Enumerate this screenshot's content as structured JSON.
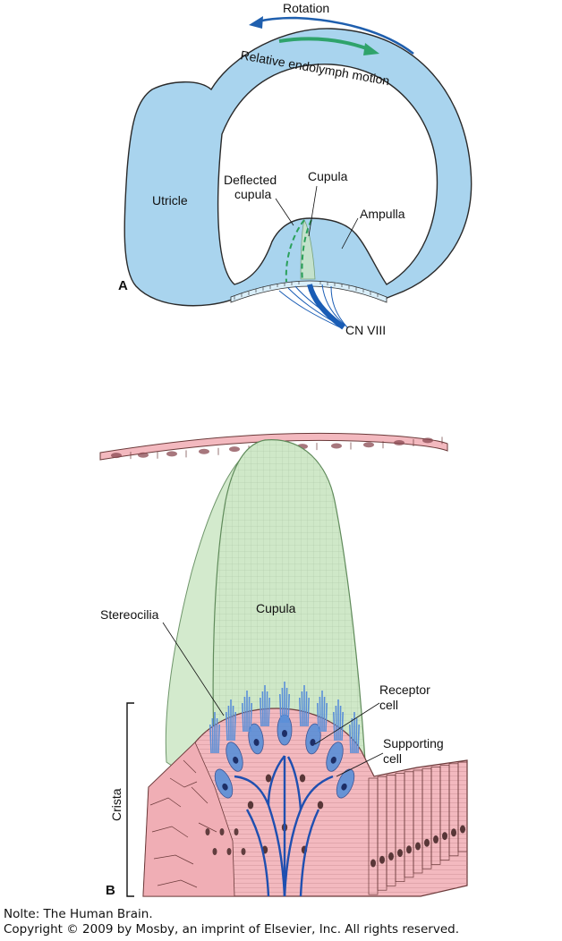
{
  "panel_a": {
    "panel_letter": "A",
    "labels": {
      "rotation": "Rotation",
      "relative_motion": "Relative endolymph motion",
      "utricle": "Utricle",
      "deflected_1": "Deflected",
      "deflected_2": "cupula",
      "cupula": "Cupula",
      "ampulla": "Ampulla",
      "nerve": "CN VIII"
    },
    "colors": {
      "canal_fill": "#a9d4ee",
      "outline": "#2a2a2a",
      "rotation_arrow": "#1f5fae",
      "endolymph_arrow": "#2fa36b",
      "nerve": "#1a5db5",
      "cupula_fill": "#c9e5c7",
      "deflected_dash": "#2aa05a"
    }
  },
  "panel_b": {
    "panel_letter": "B",
    "labels": {
      "stereocilia": "Stereocilia",
      "cupula": "Cupula",
      "receptor_1": "Receptor",
      "receptor_2": "cell",
      "supporting_1": "Supporting",
      "supporting_2": "cell",
      "crista": "Crista"
    },
    "colors": {
      "tissue": "#f3b9bf",
      "tissue_line": "#6b3a3a",
      "cupula_fill": "#cfe8c8",
      "cupula_shadow": "#b9ddb2",
      "hair_cell": "#5a8fd8",
      "nerve_fibre": "#1f4fb0"
    }
  },
  "footer": {
    "line1": "Nolte: The Human Brain.",
    "line2": "Copyright © 2009 by Mosby, an imprint of Elsevier, Inc. All rights reserved."
  }
}
